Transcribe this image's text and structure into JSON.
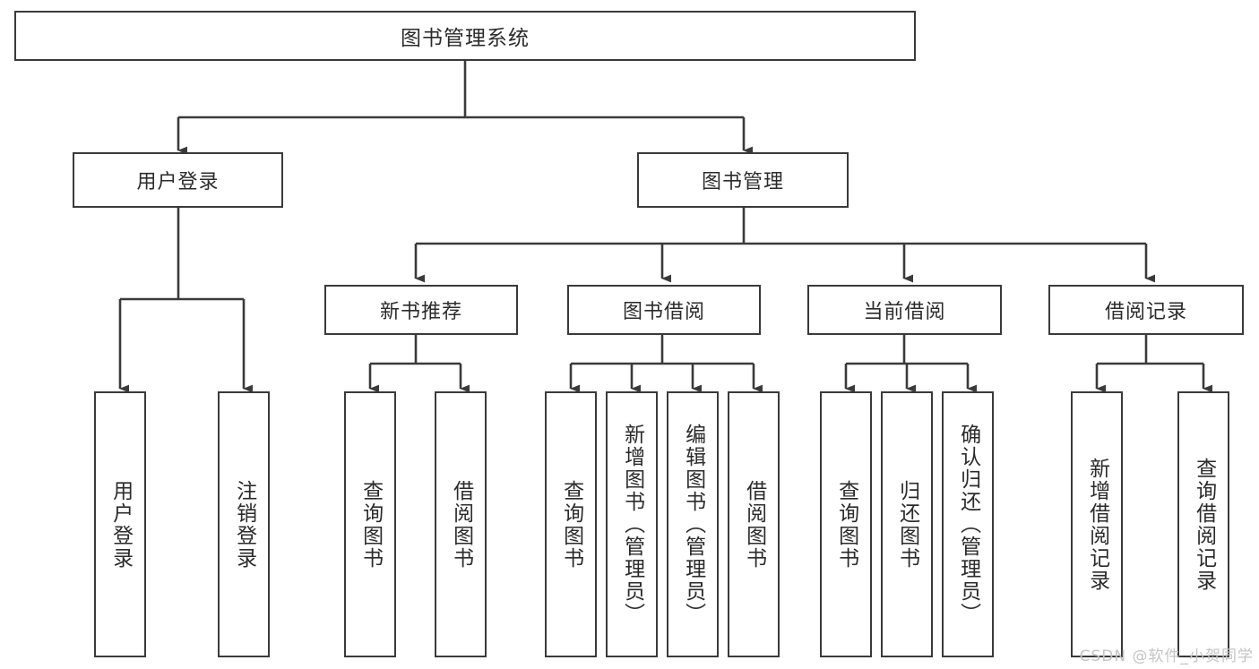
{
  "diagram": {
    "type": "tree",
    "title": "图书管理系统",
    "root": {
      "label": "图书管理系统"
    },
    "level2": [
      {
        "label": "用户登录"
      },
      {
        "label": "图书管理"
      }
    ],
    "level3": [
      {
        "label": "新书推荐"
      },
      {
        "label": "图书借阅"
      },
      {
        "label": "当前借阅"
      },
      {
        "label": "借阅记录"
      }
    ],
    "leaves": {
      "user_login": [
        {
          "label": "用户登录"
        },
        {
          "label": "注销登录"
        }
      ],
      "new_book_recommend": [
        {
          "label": "查询图书"
        },
        {
          "label": "借阅图书"
        }
      ],
      "book_borrow": [
        {
          "label": "查询图书"
        },
        {
          "label": "新增图书（管理员）"
        },
        {
          "label": "编辑图书（管理员）"
        },
        {
          "label": "借阅图书"
        }
      ],
      "current_borrow": [
        {
          "label": "查询图书"
        },
        {
          "label": "归还图书"
        },
        {
          "label": "确认归还（管理员）"
        }
      ],
      "borrow_record": [
        {
          "label": "新增借阅记录"
        },
        {
          "label": "查询借阅记录"
        }
      ]
    }
  },
  "watermark": {
    "text": "CSDN @软件_小贺同学"
  },
  "colors": {
    "border": "#3a3a3a",
    "text": "#2b2b2b",
    "background": "#ffffff",
    "watermark": "#c4c4c4"
  }
}
